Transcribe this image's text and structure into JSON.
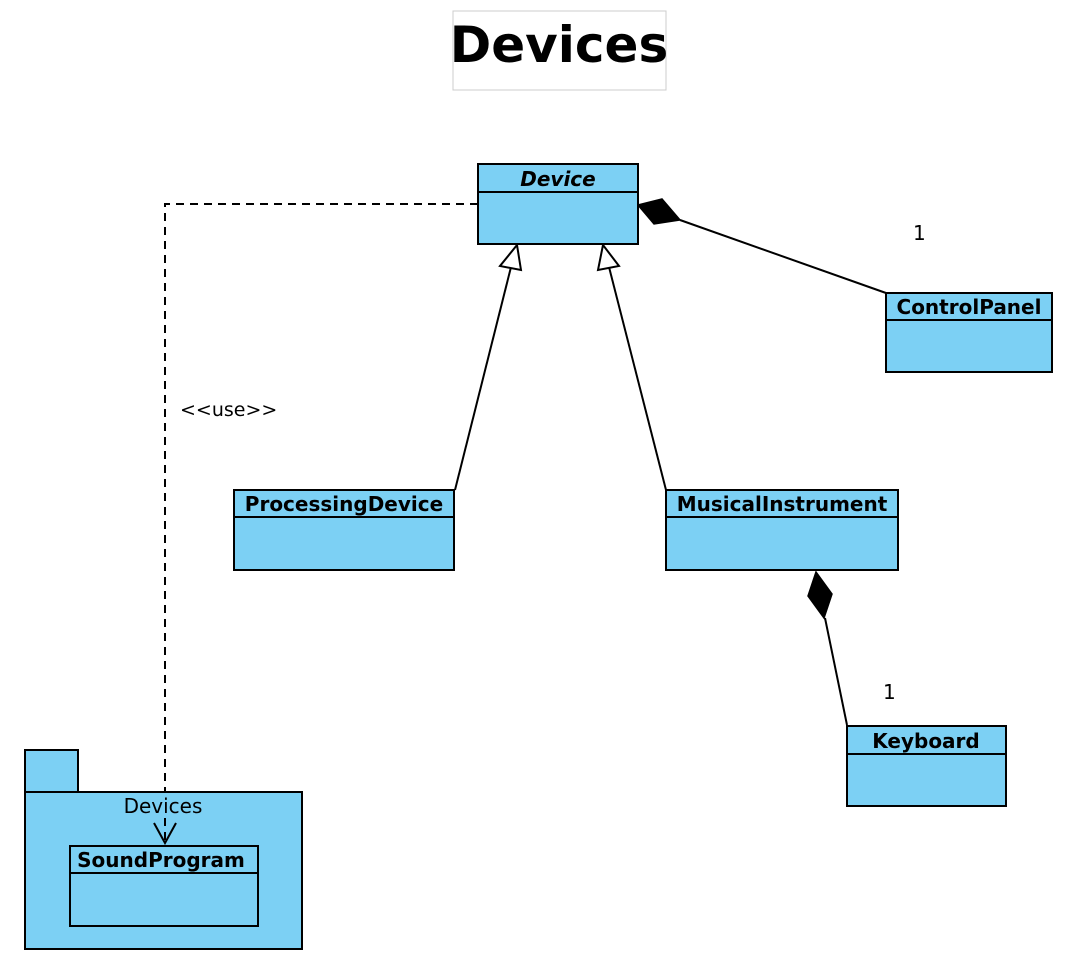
{
  "title": "Devices",
  "colors": {
    "class_fill": "#7CD0F4",
    "stroke": "#000000",
    "title_border": "#cccccc",
    "background": "#ffffff"
  },
  "classes": {
    "device": {
      "name": "Device",
      "abstract": true
    },
    "control_panel": {
      "name": "ControlPanel"
    },
    "processing_device": {
      "name": "ProcessingDevice"
    },
    "musical_instrument": {
      "name": "MusicalInstrument"
    },
    "keyboard": {
      "name": "Keyboard"
    },
    "sound_program": {
      "name": "SoundProgram"
    }
  },
  "package": {
    "name": "Devices"
  },
  "relations": {
    "use_stereotype": "<<use>>",
    "control_panel_multiplicity": "1",
    "keyboard_multiplicity": "1"
  }
}
